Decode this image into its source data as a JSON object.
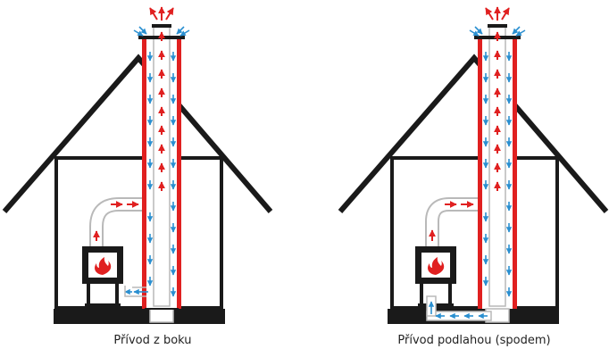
{
  "captions": {
    "left": "Přívod z boku",
    "right": "Přívod podlahou (spodem)"
  },
  "colors": {
    "outline": "#1a1a1a",
    "chimney_wall": "#e02020",
    "flue_interior": "#ffffff",
    "flue_liner": "#b9b9b9",
    "warm_flow": "#e02020",
    "cold_flow": "#2a8fd0",
    "flame": "#e02020",
    "background": "#ffffff"
  },
  "icons": {
    "flow_hot": "arrow-up-red",
    "flow_cold": "arrow-down-blue",
    "fire": "flame-icon"
  }
}
